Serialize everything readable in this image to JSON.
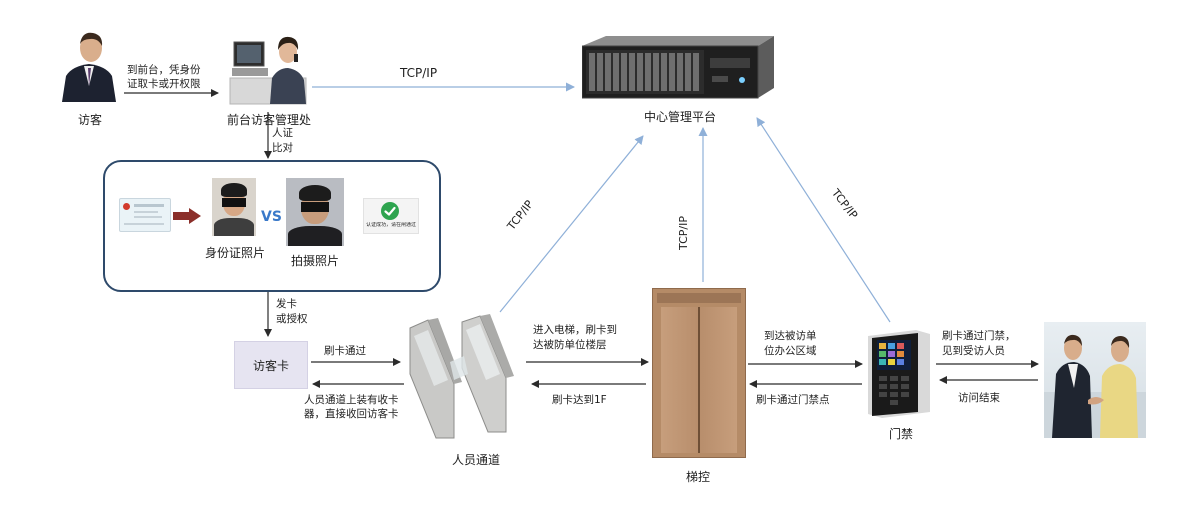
{
  "nodes": {
    "visitor": "访客",
    "front_desk": "前台访客管理处",
    "central": "中心管理平台",
    "id_photo": "身份证照片",
    "captured_photo": "拍摄照片",
    "visitor_card": "访客卡",
    "channel": "人员通道",
    "elevator": "梯控",
    "door": "门禁"
  },
  "panel": {
    "vs": "VS",
    "check_text": "认证成功，请在闸通过"
  },
  "labels": {
    "go_front_1": "到前台，凭身份",
    "go_front_2": "证取卡或开权限",
    "tcp_top": "TCP/IP",
    "tcp_channel": "TCP/IP",
    "tcp_elevator": "TCP/IP",
    "tcp_door": "TCP/IP",
    "person_1": "人证",
    "person_2": "比对",
    "issue_1": "发卡",
    "issue_2": "或授权",
    "swipe_pass": "刷卡通过",
    "recycle_1": "人员通道上装有收卡",
    "recycle_2": "器，直接收回访客卡",
    "enter_elev_1": "进入电梯，刷卡到",
    "enter_elev_2": "达被防单位楼层",
    "swipe_1f": "刷卡达到1F",
    "arrive_1": "到达被访单",
    "arrive_2": "位办公区域",
    "swipe_door_point": "刷卡通过门禁点",
    "meet_1": "刷卡通过门禁，",
    "meet_2": "见到受访人员",
    "visit_end": "访问结束"
  },
  "colors": {
    "arrow": "#2b2b2b",
    "tcp_line": "#8fb0d8",
    "panel_border": "#2e4a6b",
    "card_bg": "#e6e4f1",
    "check_green": "#2ea44f",
    "id_arrow": "#8b2f2a",
    "vs_blue": "#3a79c9"
  },
  "icons": [
    "person-icon",
    "receptionist-icon",
    "server-icon",
    "turnstile-icon",
    "elevator-icon",
    "access-terminal-icon",
    "handshake-photo",
    "check-icon",
    "id-card-icon"
  ]
}
